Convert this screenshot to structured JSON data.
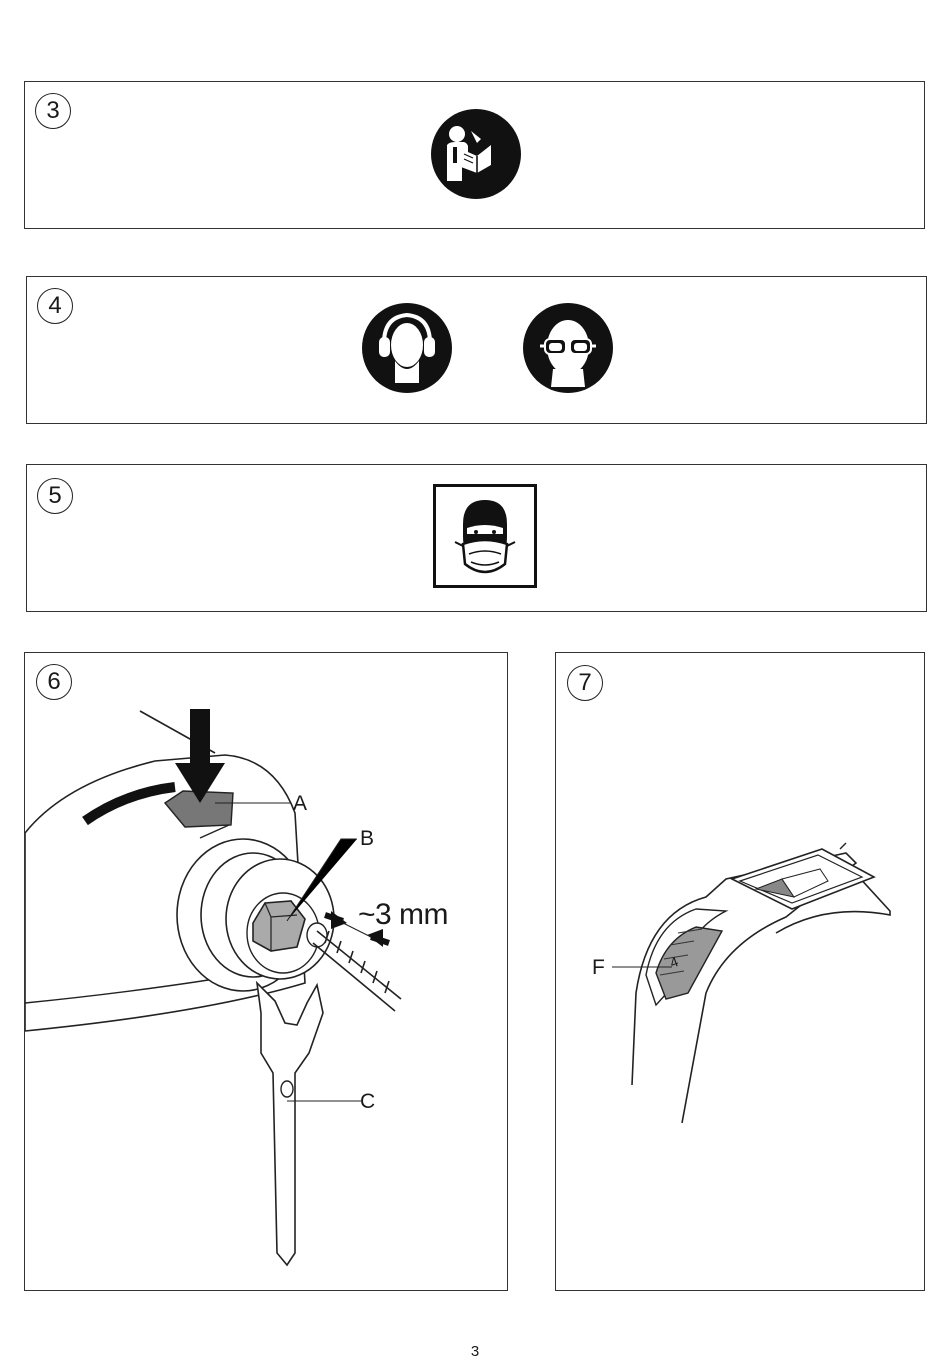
{
  "figures": [
    {
      "number": "3",
      "icons": [
        "read-manual-icon"
      ]
    },
    {
      "number": "4",
      "icons": [
        "ear-protection-icon",
        "eye-protection-icon"
      ]
    },
    {
      "number": "5",
      "icons": [
        "dust-mask-icon"
      ]
    },
    {
      "number": "6",
      "labels": {
        "a": "A",
        "b": "B",
        "c": "C"
      },
      "dimension": "~3 mm"
    },
    {
      "number": "7",
      "labels": {
        "f": "F"
      },
      "dial_value": "4"
    }
  ],
  "page_number": "3"
}
